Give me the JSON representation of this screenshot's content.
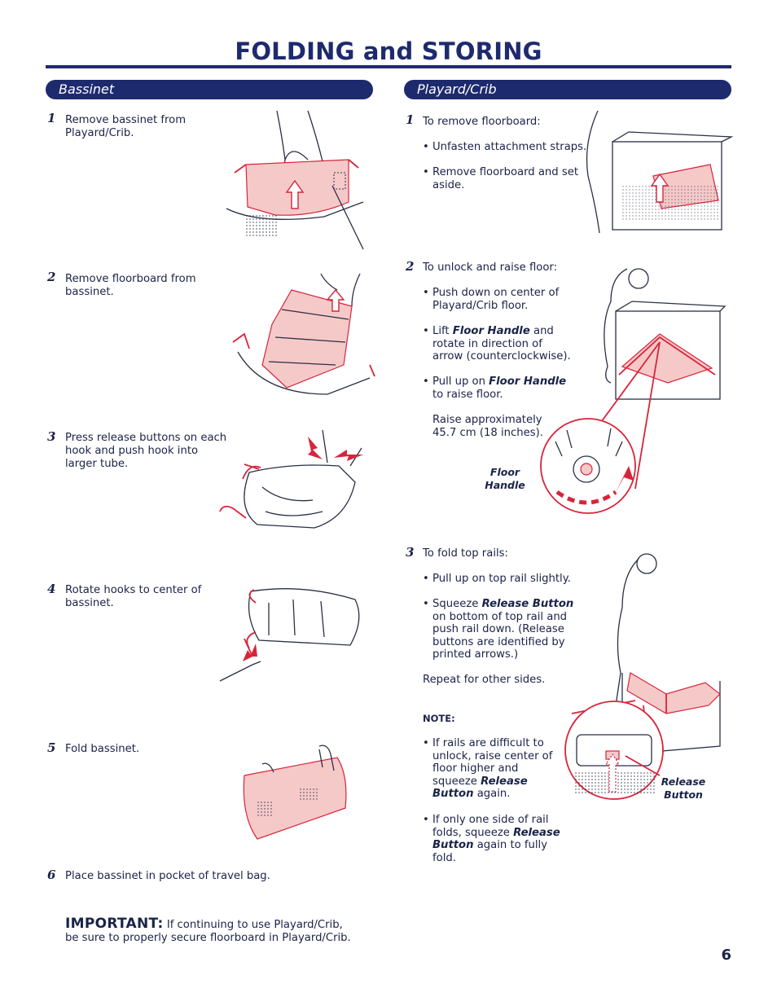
{
  "title": "FOLDING and STORING",
  "bassinet": {
    "heading": "Bassinet",
    "steps": [
      {
        "num": "1",
        "text_1": "Remove bassinet from",
        "text_2": "Playard/Crib."
      },
      {
        "num": "2",
        "text_1": "Remove floorboard from",
        "text_2": "bassinet."
      },
      {
        "num": "3",
        "text_1": "Press release buttons on each",
        "text_2": "hook and push hook into",
        "text_3": "larger tube."
      },
      {
        "num": "4",
        "text_1": "Rotate hooks to center of",
        "text_2": "bassinet."
      },
      {
        "num": "5",
        "text_1": "Fold bassinet."
      },
      {
        "num": "6",
        "text_1": "Place bassinet in pocket of travel bag."
      }
    ],
    "important": {
      "label": "IMPORTANT:",
      "line_1": "If continuing to use Playard/Crib,",
      "line_2": "be sure to properly secure floorboard in Playard/Crib."
    }
  },
  "playard": {
    "heading": "Playard/Crib",
    "step1": {
      "num": "1",
      "intro": "To remove floorboard:",
      "b1": "Unfasten attachment straps.",
      "b2_1": "Remove floorboard and set",
      "b2_2": "aside."
    },
    "step2": {
      "num": "2",
      "intro": "To unlock and raise floor:",
      "b1_1": "Push down on center of",
      "b1_2": "Playard/Crib floor.",
      "b2_pre": "Lift",
      "b2_em": "Floor Handle",
      "b2_post": "and",
      "b2_2": "rotate in direction of",
      "b2_3": "arrow (counterclockwise).",
      "b3_pre": "Pull up on",
      "b3_em": "Floor Handle",
      "b3_2": "to raise floor.",
      "raise_1": "Raise approximately",
      "raise_2": "45.7 cm (18 inches).",
      "callout_1": "Floor",
      "callout_2": "Handle"
    },
    "step3": {
      "num": "3",
      "intro": "To fold top rails:",
      "b1": "Pull up on top rail slightly.",
      "b2_pre": "Squeeze",
      "b2_em": "Release Button",
      "b2_2": "on bottom of top rail and",
      "b2_3": "push rail down.  (Release",
      "b2_4": "buttons are identified by",
      "b2_5": "printed arrows.)",
      "repeat": "Repeat for other sides.",
      "note_label": "NOTE:",
      "n1_1": "If rails are difficult to",
      "n1_2": "unlock, raise center of",
      "n1_3": "floor higher and",
      "n1_4_pre": "squeeze",
      "n1_4_em": "Release",
      "n1_5_em": "Button",
      "n1_5_post": "again.",
      "n2_1": "If only one side of rail",
      "n2_2_pre": "folds, squeeze",
      "n2_2_em": "Release",
      "n2_3_em": "Button",
      "n2_3_post": "again to fully",
      "n2_4": "fold.",
      "callout_1": "Release",
      "callout_2": "Button"
    }
  },
  "page_number": "6",
  "colors": {
    "navy": "#1e2a6e",
    "accent_red": "#d8243a",
    "pink_fill": "#f6c9c9"
  }
}
